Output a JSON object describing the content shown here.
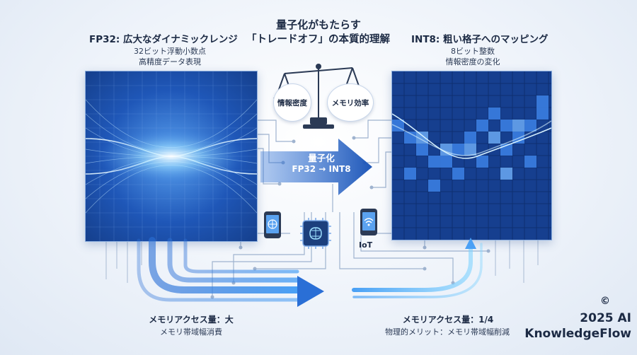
{
  "header": {
    "title_line1": "量子化がもたらす",
    "title_line2": "「トレードオフ」の本質的理解"
  },
  "left": {
    "label": "FP32: 広大なダイナミックレンジ",
    "sub1": "32ビット浮動小数点",
    "sub2": "高精度データ表現",
    "caption_bold": "メモリアクセス量：大",
    "caption": "メモリ帯域幅消費"
  },
  "right": {
    "label": "INT8: 粗い格子へのマッピング",
    "sub1": "8ビット整数",
    "sub2": "情報密度の変化",
    "caption_bold": "メモリアクセス量：1/4",
    "caption": "物理的メリット：メモリ帯域幅削減"
  },
  "scale": {
    "left_pan": "情報密度",
    "right_pan": "メモリ効率"
  },
  "arrow": {
    "line1": "量子化",
    "line2": "FP32 → INT8"
  },
  "devices": {
    "iot_label": "IoT"
  },
  "footer": {
    "copyright_symbol": "©",
    "brand_line1": "2025 AI",
    "brand_line2": "KnowledgeFlow"
  },
  "colors": {
    "accent_blue": "#2a6fd6",
    "dark_navy": "#163f8f",
    "glow": "#7fd3ff"
  }
}
